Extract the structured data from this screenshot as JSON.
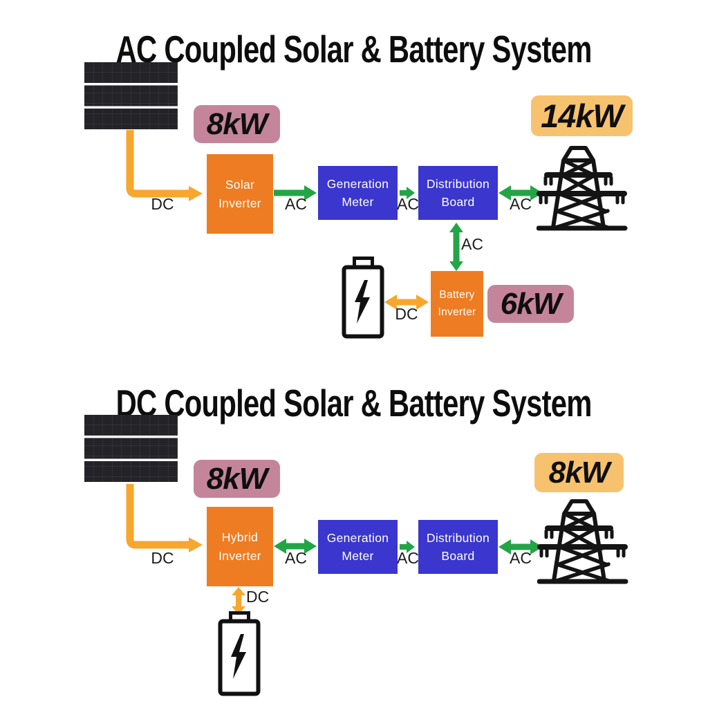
{
  "colors": {
    "inverter_orange": "#EE7C22",
    "box_blue": "#3A36CE",
    "arrow_green": "#23A547",
    "arrow_amber": "#F7A62E",
    "badge_mauve": "#C4859B",
    "badge_tan": "#F7C26E",
    "ink": "#141414"
  },
  "icons": [
    "solar-panel-icon",
    "transmission-tower-icon",
    "battery-icon"
  ],
  "sections": [
    {
      "id": "ac-coupled",
      "title": "AC Coupled Solar & Battery System",
      "badges": {
        "solar": "8kW",
        "grid": "14kW",
        "battery": "6kW"
      },
      "nodes": {
        "inverter": "Solar Inverter",
        "meter": "Generation Meter",
        "board": "Distribution Board",
        "battery_inverter": "Battery Inverter"
      },
      "flows": {
        "dc": "DC",
        "ac": "AC"
      }
    },
    {
      "id": "dc-coupled",
      "title": "DC Coupled Solar & Battery System",
      "badges": {
        "solar": "8kW",
        "grid": "8kW"
      },
      "nodes": {
        "inverter": "Hybrid Inverter",
        "meter": "Generation Meter",
        "board": "Distribution Board"
      },
      "flows": {
        "dc": "DC",
        "ac": "AC"
      }
    }
  ]
}
